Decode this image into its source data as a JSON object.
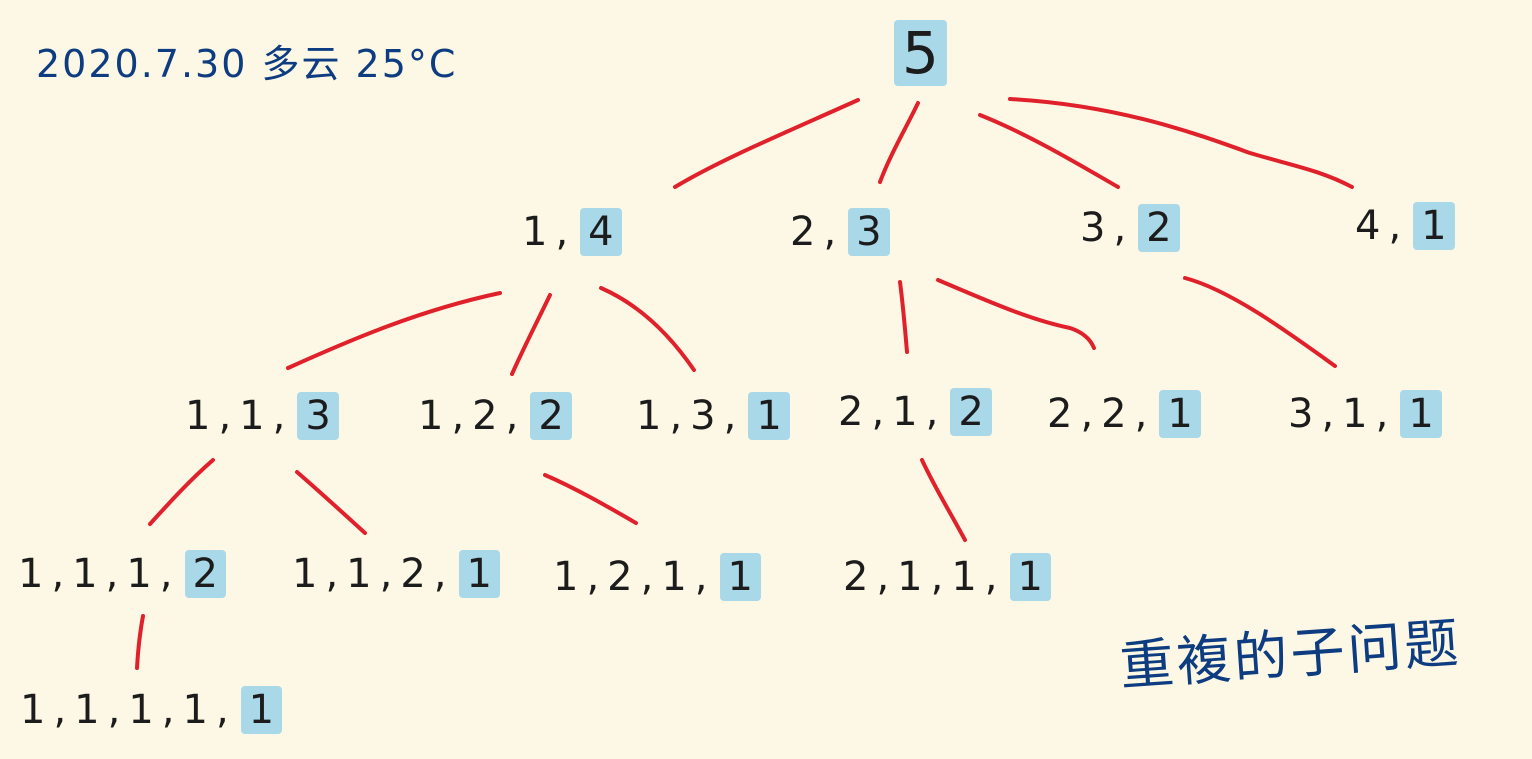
{
  "header_note": "2020.7.30  多云  25°C",
  "footer_note": "重複的子问题",
  "colors": {
    "background": "#fdf8e6",
    "ink": "#1c1c1c",
    "pen_blue": "#0d3c80",
    "edge_red": "#e0202a",
    "highlight": "#a9d8e8"
  },
  "tree": {
    "root": {
      "prefix": "",
      "last": "5"
    },
    "level1": [
      {
        "prefix": "1,",
        "last": "4"
      },
      {
        "prefix": "2,",
        "last": "3"
      },
      {
        "prefix": "3,",
        "last": "2"
      },
      {
        "prefix": "4,",
        "last": "1"
      }
    ],
    "level2": [
      {
        "prefix": "1,1,",
        "last": "3"
      },
      {
        "prefix": "1,2,",
        "last": "2"
      },
      {
        "prefix": "1,3,",
        "last": "1"
      },
      {
        "prefix": "2,1,",
        "last": "2"
      },
      {
        "prefix": "2,2,",
        "last": "1"
      },
      {
        "prefix": "3,1,",
        "last": "1"
      }
    ],
    "level3": [
      {
        "prefix": "1,1,1,",
        "last": "2"
      },
      {
        "prefix": "1,1,2,",
        "last": "1"
      },
      {
        "prefix": "1,2,1,",
        "last": "1"
      },
      {
        "prefix": "2,1,1,",
        "last": "1"
      }
    ],
    "level4": [
      {
        "prefix": "1,1,1,1,",
        "last": "1"
      }
    ]
  }
}
